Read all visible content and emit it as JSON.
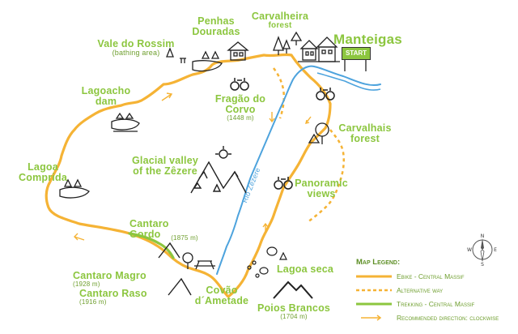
{
  "labels": {
    "manteigas": "Manteigas",
    "start": "START",
    "carvalheira_1": "Carvalheira",
    "carvalheira_2": "forest",
    "penhas_1": "Penhas",
    "penhas_2": "Douradas",
    "vale_1": "Vale do Rossim",
    "vale_2": "(bathing area)",
    "lagoacho_1": "Lagoacho",
    "lagoacho_2": "dam",
    "fragao_1": "Fragão do",
    "fragao_2": "Corvo",
    "fragao_alt": "(1448 m)",
    "carvalhais_1": "Carvalhais",
    "carvalhais_2": "forest",
    "glacial_1": "Glacial valley",
    "glacial_2": "of the Zêzere",
    "lagoa_comprida_1": "Lagoa",
    "lagoa_comprida_2": "Comprida",
    "rio": "Rio Zêzere",
    "panoramic_1": "Panoramic",
    "panoramic_2": "views",
    "cantaro_gordo_1": "Cantaro",
    "cantaro_gordo_2": "Gordo",
    "cantaro_gordo_alt": "(1875 m)",
    "cantaro_magro": "Cantaro Magro",
    "cantaro_magro_alt": "(1928 m)",
    "cantaro_raso": "Cantaro Raso",
    "cantaro_raso_alt": "(1916 m)",
    "covao_1": "Covão",
    "covao_2": "d´Ametade",
    "lagoa_seca": "Lagoa seca",
    "poios_1": "Poios Brancos",
    "poios_alt": "(1704 m)"
  },
  "compass": {
    "n": "N",
    "s": "S",
    "e": "E",
    "w": "W"
  },
  "legend": {
    "title": "Map Legend:",
    "items": [
      {
        "label": "Ebike - Central Massif",
        "style": "solid",
        "color": "#f5b335"
      },
      {
        "label": "Alternative way",
        "style": "dashed",
        "color": "#f5b335"
      },
      {
        "label": "Trekking - Central Massif",
        "style": "solid",
        "color": "#8cc63f"
      },
      {
        "label": "Recommended direction: clockwise",
        "style": "arrow",
        "color": "#f5b335"
      }
    ]
  },
  "colors": {
    "route": "#f5b335",
    "trekking": "#8cc63f",
    "river": "#4da3dd",
    "label": "#8cc63f",
    "ink": "#222222"
  }
}
